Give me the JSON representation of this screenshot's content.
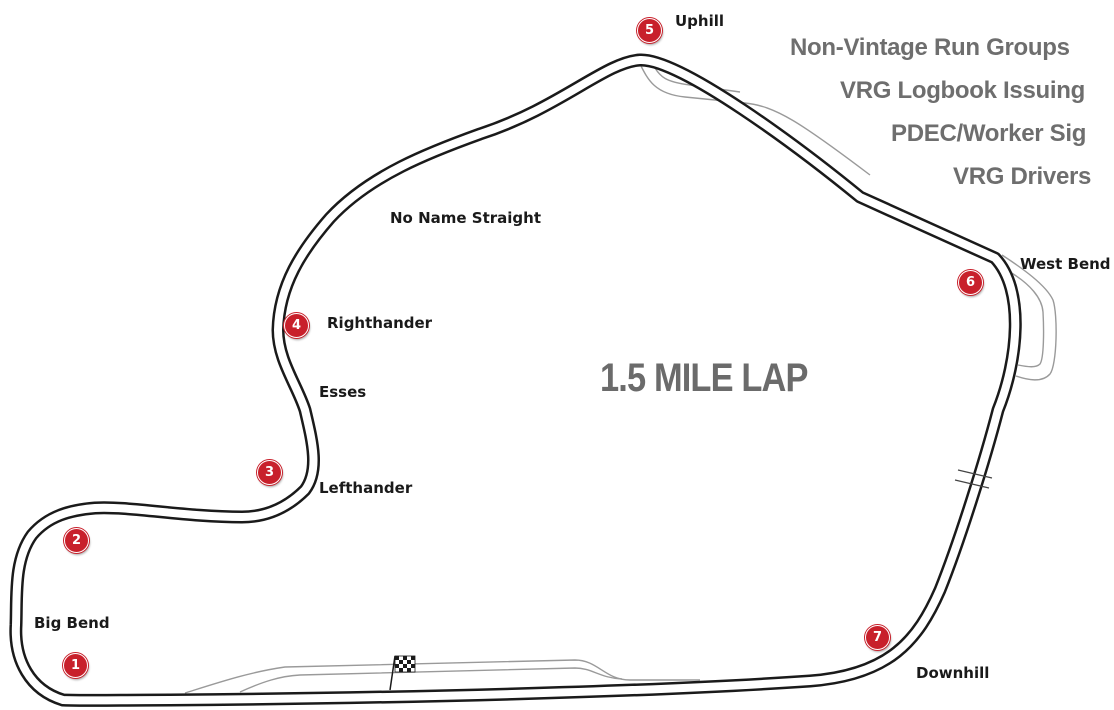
{
  "map": {
    "lap_length": "1.5 MILE LAP",
    "turns": [
      {
        "number": "1",
        "name": "Big Bend"
      },
      {
        "number": "2",
        "name": ""
      },
      {
        "number": "3",
        "name": "Lefthander"
      },
      {
        "number": "4",
        "name": "Righthander"
      },
      {
        "number": "5",
        "name": "Uphill"
      },
      {
        "number": "6",
        "name": "West Bend"
      },
      {
        "number": "7",
        "name": "Downhill"
      }
    ],
    "sections": {
      "esses": "Esses",
      "no_name_straight": "No Name Straight"
    },
    "legend": [
      "Non-Vintage Run Groups",
      "VRG Logbook Issuing",
      "PDEC/Worker Sig",
      "VRG Drivers"
    ],
    "colors": {
      "track_outline": "#1a1a1a",
      "track_surface": "#ffffff",
      "paddock_road": "#9a9a9a",
      "turn_marker": "#c8202b",
      "lap_label": "#6b6b6b",
      "legend_text": "#6e6e6e"
    }
  }
}
